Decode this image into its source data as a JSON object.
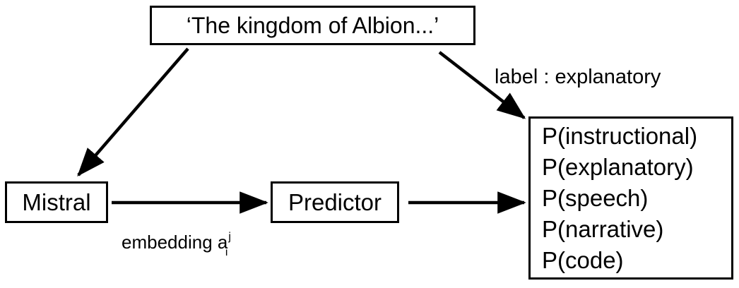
{
  "diagram": {
    "title_text": "'The kingdom of Albion...'",
    "nodes": {
      "prompt": {
        "label": "‘The kingdom of Albion...’"
      },
      "model": {
        "label": "Mistral"
      },
      "predictor": {
        "label": "Predictor"
      },
      "outputs": {
        "lines": [
          "P(instructional)",
          "P(explanatory)",
          "P(speech)",
          "P(narrative)",
          "P(code)"
        ]
      }
    },
    "edges": {
      "prompt_to_model": {
        "label": ""
      },
      "prompt_to_outputs": {
        "label": "label : explanatory"
      },
      "model_to_predictor": {
        "label_prefix": "embedding a",
        "label_superscript": "j",
        "label_subscript": "i"
      },
      "predictor_to_outputs": {
        "label": ""
      }
    },
    "colors": {
      "background": "#ffffff",
      "stroke": "#000000",
      "text": "#000000"
    }
  }
}
